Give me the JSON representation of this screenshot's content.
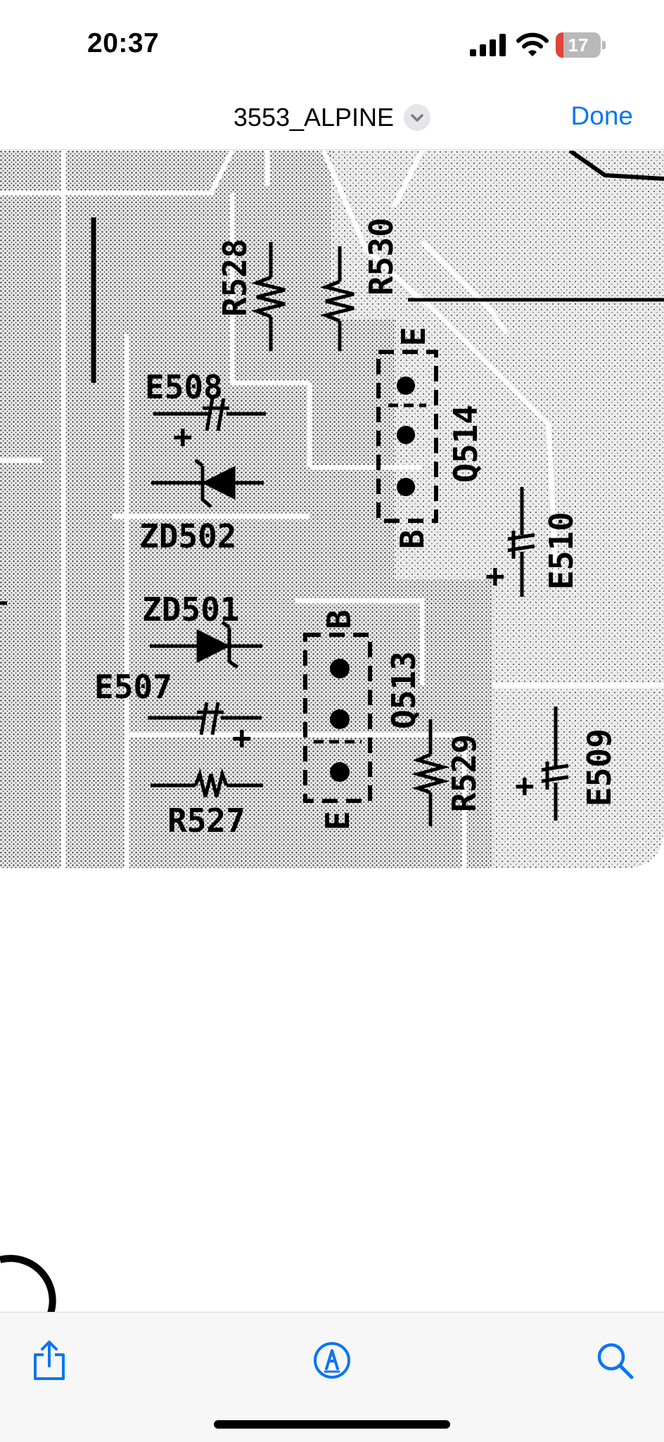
{
  "status_bar": {
    "time": "20:37",
    "battery_level": "17",
    "battery_fraction": 0.17,
    "battery_color": "#e0443a",
    "icons": [
      "cellular-signal-icon",
      "wifi-icon",
      "battery-icon"
    ]
  },
  "nav": {
    "title": "3553_ALPINE",
    "done_label": "Done",
    "accent_color": "#0a76f0",
    "title_menu_icon": "chevron-down-icon"
  },
  "schematic": {
    "labels": {
      "r528": "R528",
      "r530": "R530",
      "e508": "E508",
      "plus_e508": "+",
      "zd502": "ZD502",
      "zd501": "ZD501",
      "e507": "E507",
      "plus_e507": "+",
      "r527": "R527",
      "q514": "Q514",
      "q514_e": "E",
      "q514_b": "B",
      "e510": "E510",
      "plus_e510": "+",
      "q513": "Q513",
      "q513_b": "B",
      "q513_e": "E",
      "r529": "R529",
      "e509": "E509",
      "plus_e509": "+"
    }
  },
  "toolbar": {
    "items": [
      "share-icon",
      "markup-icon",
      "search-icon"
    ]
  }
}
